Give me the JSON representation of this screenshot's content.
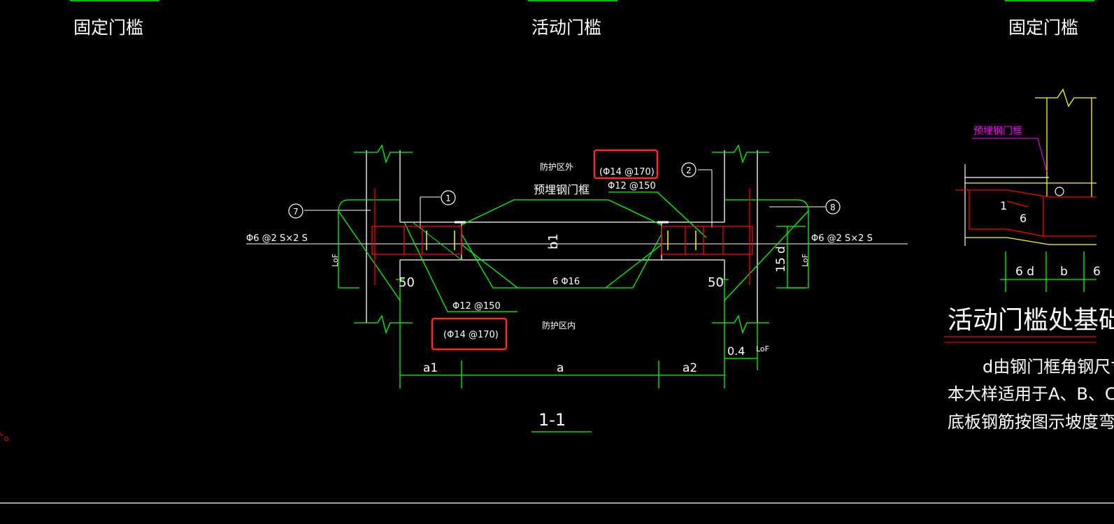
{
  "headings": {
    "left": "固定门槛",
    "center": "活动门槛",
    "right": "固定门槛"
  },
  "section": {
    "outside_zone": "防护区外",
    "inside_zone": "防护区内",
    "embedded_frame": "预埋钢门框",
    "rebar_top_boxed": "(Φ14 @170)",
    "rebar_bottom_boxed": "(Φ14 @170)",
    "rebar_top": "Φ12 @150",
    "rebar_bottom": "Φ12 @150",
    "rebar_mid": "6 Φ16",
    "stirrup_left": "Φ6 @2 S×2 S",
    "stirrup_right": "Φ6 @2 S×2 S",
    "label_b1": "b1",
    "label_15d": "15 d",
    "label_lof_left": "LoF",
    "label_lof_right": "LoF",
    "label_lof_bottom": "LoF",
    "dim_50_left": "50",
    "dim_50_right": "50",
    "dim_04": "0.4",
    "dim_a1": "a1",
    "dim_a": "a",
    "dim_a2": "a2",
    "title": "1-1",
    "callouts": [
      "1",
      "2",
      "7",
      "8"
    ]
  },
  "detail": {
    "embedded_frame": "预埋钢门框",
    "label_1": "1",
    "label_6": "6",
    "dim_6d": "6 d",
    "dim_b": "b",
    "dim_cut": "6",
    "title": "活动门槛处基础底板",
    "note_line1": "d由钢门框角钢尺寸确",
    "note_line2": "本大样适用于A、B、C、D",
    "note_line3": "底板钢筋按图示坡度弯折避开"
  },
  "colors": {
    "background": "#000000",
    "line_white": "#ffffff",
    "line_green": "#00ff00",
    "line_red": "#ff0000",
    "line_yellow": "#ffff00",
    "line_magenta": "#ff00ff",
    "highlight_box": "#ff2a2a"
  }
}
